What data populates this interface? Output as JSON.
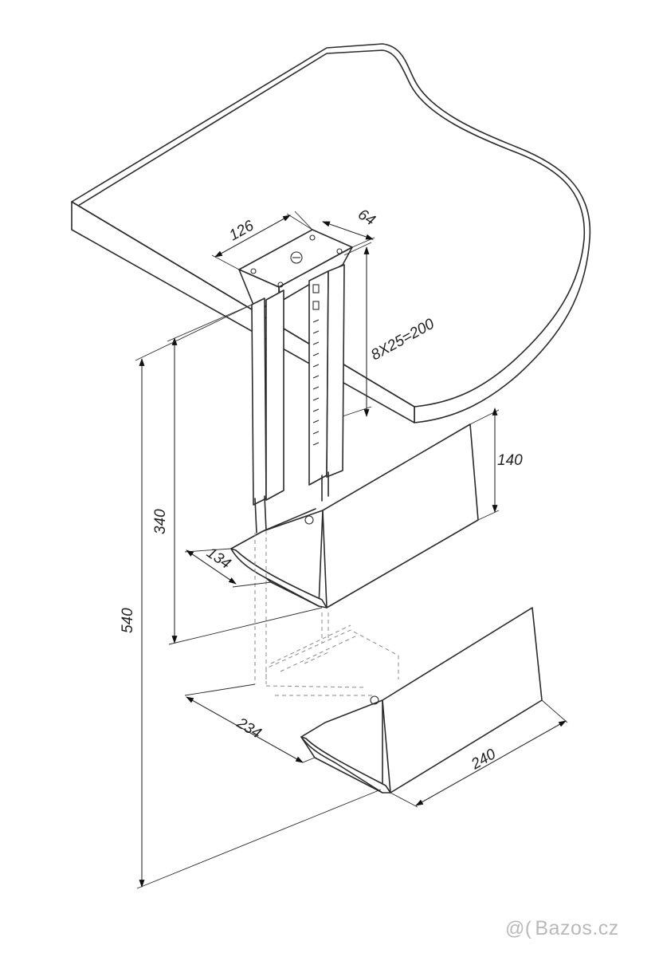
{
  "dimensions": {
    "top_width": "126",
    "top_depth": "64",
    "adjust_range": "8X25=200",
    "max_height": "540",
    "min_height": "340",
    "side_height": "140",
    "base_depth": "134",
    "base_width": "234",
    "side_length": "240"
  },
  "watermark": {
    "logo": "@(",
    "text": "Bazos.cz"
  }
}
